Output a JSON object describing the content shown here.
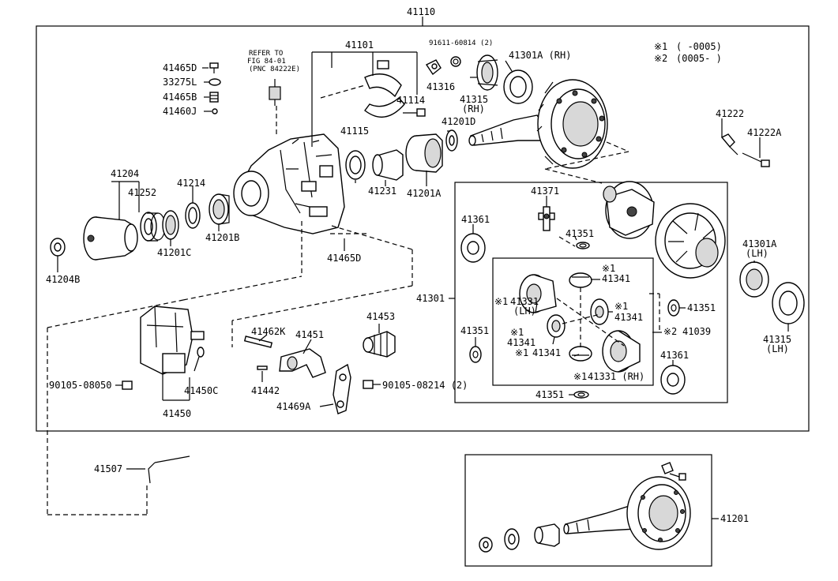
{
  "box_labels": {
    "main_assembly": "41110",
    "differential_case": "41301",
    "ring_pinion_kit": "41201"
  },
  "legend": {
    "note1_mark": "※1",
    "note1_range": "(      -0005)",
    "note2_mark": "※2",
    "note2_range": "(0005-      )"
  },
  "reference_note": {
    "line1": "REFER TO",
    "line2": "FIG 84-01",
    "line3": "(PNC 84222E)"
  },
  "callouts": {
    "p41465D_top": "41465D",
    "p33275L": "33275L",
    "p41465B": "41465B",
    "p41460J": "41460J",
    "p41101": "41101",
    "p91611": "91611-60814 (2)",
    "p41316": "41316",
    "p41114": "41114",
    "p41115": "41115",
    "p41315_rh": "41315",
    "p41315_rh_sub": "(RH)",
    "p41301A_rh": "41301A (RH)",
    "p41201D": "41201D",
    "p41222": "41222",
    "p41222A": "41222A",
    "p41204": "41204",
    "p41252": "41252",
    "p41214": "41214",
    "p41231": "41231",
    "p41201A": "41201A",
    "p41371": "41371",
    "p41361_top": "41361",
    "p41351_a": "41351",
    "p41301A_lh": "41301A",
    "p41301A_lh_sub": "(LH)",
    "p41201C": "41201C",
    "p41201B": "41201B",
    "p41204B": "41204B",
    "p41465D_bottom": "41465D",
    "p41341_a": "41341",
    "p41341_a_mark": "※1",
    "p41331_lh": "41331",
    "p41331_lh_mark": "※1",
    "p41331_lh_sub": "(LH)",
    "p41351_right": "41351",
    "p41351_right_mark": "※1",
    "p41341_b": "41341",
    "p41039": "41039",
    "p41039_mark": "※2",
    "p41341_c": "41341",
    "p41341_c_mark": "※1",
    "p41341_d": "41341",
    "p41341_d_mark": "※1",
    "p41331_rh": "41331 (RH)",
    "p41331_rh_mark": "※1",
    "p41351_left": "41351",
    "p41361_bottom": "41361",
    "p41351_bottom": "41351",
    "p41315_lh": "41315",
    "p41315_lh_sub": "(LH)",
    "p41462K": "41462K",
    "p41451": "41451",
    "p41453": "41453",
    "p90105_08050": "90105-08050",
    "p41450C": "41450C",
    "p41442": "41442",
    "p90105_08214": "90105-08214 (2)",
    "p41450": "41450",
    "p41469A": "41469A",
    "p41507": "41507"
  }
}
